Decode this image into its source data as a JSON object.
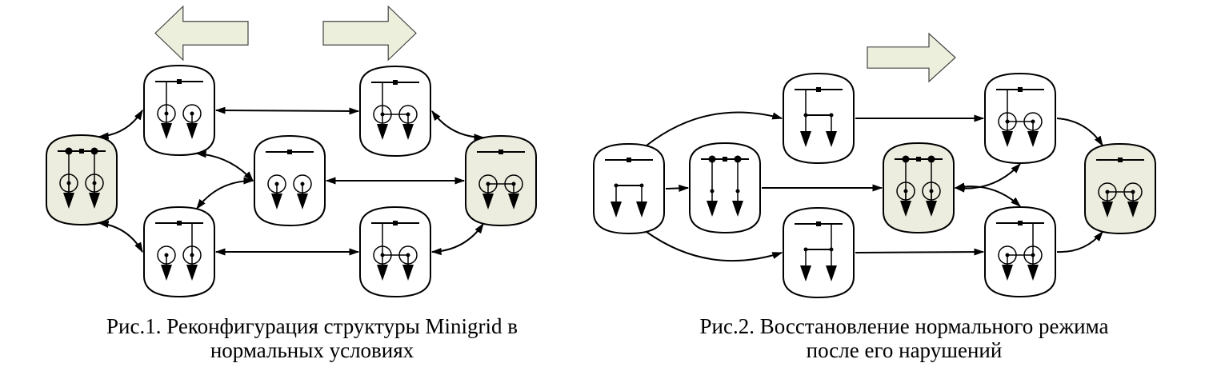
{
  "colors": {
    "node_fill_normal": "#ffffff",
    "node_fill_highlight": "#ecedde",
    "stroke": "#000000",
    "big_arrow_fill": "#ecefdc",
    "big_arrow_stroke": "#444444"
  },
  "figure1": {
    "caption_line1": "Рис.1. Реконфигурация структуры Minigrid в",
    "caption_line2": "нормальных условиях",
    "direction_arrows": [
      "left-arrow",
      "right-arrow"
    ],
    "nodes": [
      {
        "id": "f1-top-left",
        "highlight": false,
        "bus": "single-sectioned",
        "feeders": "left-fed, circles separate"
      },
      {
        "id": "f1-top-right",
        "highlight": false,
        "bus": "single-sectioned",
        "feeders": "left-fed, circles tied"
      },
      {
        "id": "f1-left",
        "highlight": true,
        "bus": "both-fed",
        "feeders": "circles separate"
      },
      {
        "id": "f1-center",
        "highlight": false,
        "bus": "unfed",
        "feeders": "circles separate"
      },
      {
        "id": "f1-right",
        "highlight": true,
        "bus": "unfed",
        "feeders": "circles tied"
      },
      {
        "id": "f1-bottom-left",
        "highlight": false,
        "bus": "single-sectioned",
        "feeders": "right-fed, circles separate"
      },
      {
        "id": "f1-bottom-right",
        "highlight": false,
        "bus": "single-sectioned",
        "feeders": "left-fed, circles tied"
      }
    ],
    "edges": [
      {
        "from": "f1-top-left",
        "to": "f1-left",
        "type": "bidirectional"
      },
      {
        "from": "f1-top-left",
        "to": "f1-top-right",
        "type": "bidirectional"
      },
      {
        "from": "f1-top-right",
        "to": "f1-right",
        "type": "bidirectional"
      },
      {
        "from": "f1-top-left",
        "to": "f1-center",
        "type": "bidirectional"
      },
      {
        "from": "f1-center",
        "to": "f1-bottom-left",
        "type": "bidirectional"
      },
      {
        "from": "f1-center",
        "to": "f1-right",
        "type": "bidirectional"
      },
      {
        "from": "f1-left",
        "to": "f1-bottom-left",
        "type": "bidirectional"
      },
      {
        "from": "f1-bottom-left",
        "to": "f1-bottom-right",
        "type": "bidirectional"
      },
      {
        "from": "f1-bottom-right",
        "to": "f1-right",
        "type": "bidirectional"
      }
    ]
  },
  "figure2": {
    "caption_line1": "Рис.2. Восстановление нормального режима",
    "caption_line2": "после его нарушений",
    "direction_arrows": [
      "right-arrow"
    ],
    "nodes": [
      {
        "id": "f2-start",
        "highlight": false,
        "bus": "single-sectioned",
        "feeders": "unfed, tied, no circles"
      },
      {
        "id": "f2-mid-left",
        "highlight": false,
        "bus": "both-fed",
        "feeders": "no circles"
      },
      {
        "id": "f2-top-1",
        "highlight": false,
        "bus": "left-fed",
        "feeders": "tied, no circles"
      },
      {
        "id": "f2-bottom-1",
        "highlight": false,
        "bus": "right-fed",
        "feeders": "tied, no circles"
      },
      {
        "id": "f2-center",
        "highlight": true,
        "bus": "both-fed",
        "feeders": "circles separate"
      },
      {
        "id": "f2-top-2",
        "highlight": false,
        "bus": "left-fed",
        "feeders": "circles tied"
      },
      {
        "id": "f2-bottom-2",
        "highlight": false,
        "bus": "right-fed",
        "feeders": "circles tied"
      },
      {
        "id": "f2-end",
        "highlight": true,
        "bus": "unfed",
        "feeders": "circles tied"
      }
    ],
    "edges": [
      {
        "from": "f2-start",
        "to": "f2-top-1",
        "type": "directed"
      },
      {
        "from": "f2-start",
        "to": "f2-mid-left",
        "type": "directed"
      },
      {
        "from": "f2-start",
        "to": "f2-bottom-1",
        "type": "directed"
      },
      {
        "from": "f2-top-1",
        "to": "f2-top-2",
        "type": "directed"
      },
      {
        "from": "f2-mid-left",
        "to": "f2-center",
        "type": "directed"
      },
      {
        "from": "f2-bottom-1",
        "to": "f2-bottom-2",
        "type": "directed"
      },
      {
        "from": "f2-center",
        "to": "f2-top-2",
        "type": "bidirectional"
      },
      {
        "from": "f2-center",
        "to": "f2-bottom-2",
        "type": "bidirectional"
      },
      {
        "from": "f2-top-2",
        "to": "f2-end",
        "type": "directed"
      },
      {
        "from": "f2-bottom-2",
        "to": "f2-end",
        "type": "directed"
      }
    ]
  }
}
